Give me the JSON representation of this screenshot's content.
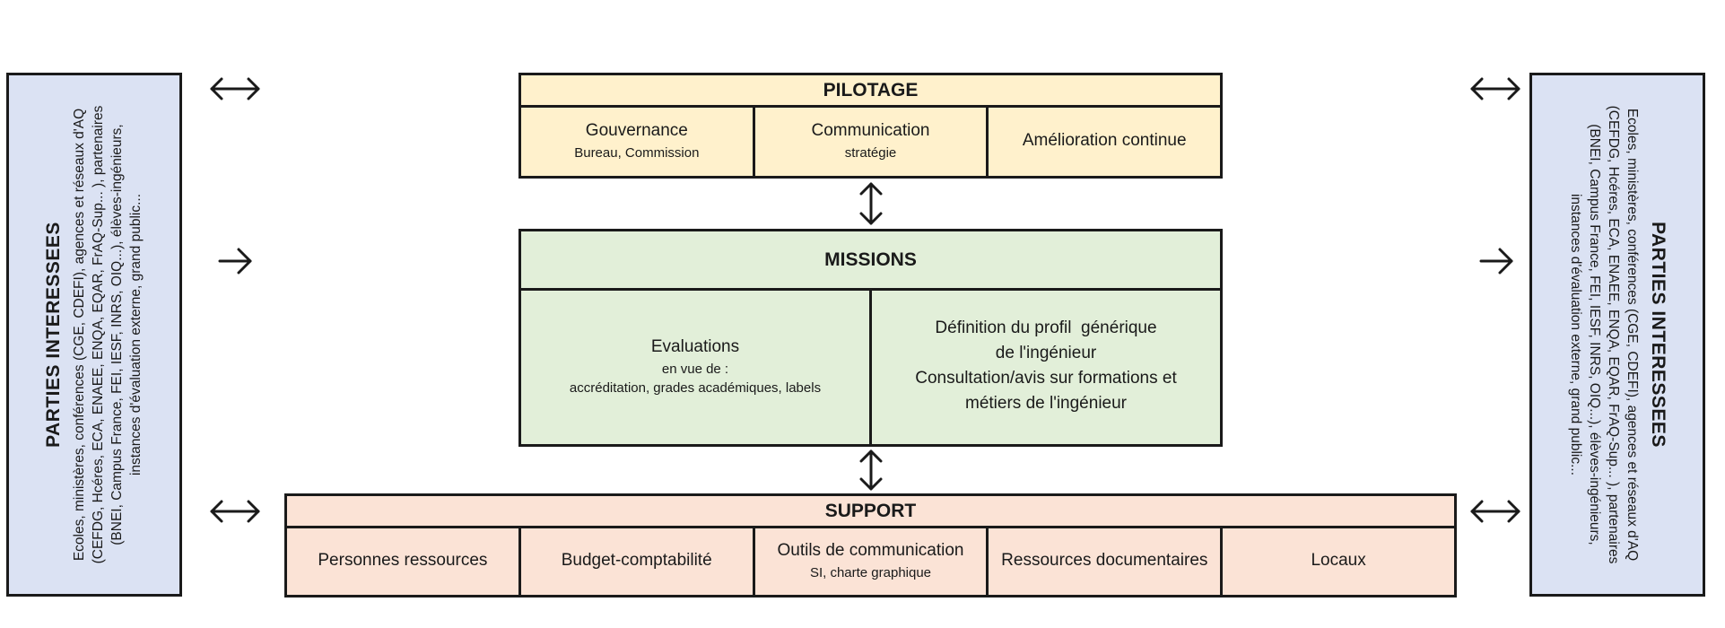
{
  "stakeholders_left": {
    "title": "PARTIES  INTERESSEES",
    "lines": [
      "Ecoles, ministères, conférences (CGE, CDEFI), agences et réseaux d'AQ",
      "(CEFDG, Hcéres, ECA, ENAEE, ENQA, EQAR, FrAQ-Sup... ), partenaires",
      "(BNEI, Campus France, FEI, IESF, INRS, OIQ...), élèves-ingénieurs,",
      "instances d'évaluation externe, grand public..."
    ]
  },
  "stakeholders_right": {
    "title": "PARTIES  INTERESSEES",
    "lines": [
      "Ecoles, ministères, conférences (CGE, CDEFI), agences et réseaux d'AQ",
      "(CEFDG, Hcéres, ECA, ENAEE, ENQA, EQAR, FrAQ-Sup... ), partenaires",
      "(BNEI, Campus France, FEI, IESF, INRS, OIQ...), élèves-ingénieurs,",
      "instances d'évaluation externe, grand public..."
    ]
  },
  "pilotage": {
    "title": "PILOTAGE",
    "cells": [
      {
        "main": "Gouvernance",
        "sub": "Bureau, Commission"
      },
      {
        "main": "Communication",
        "sub": "stratégie"
      },
      {
        "main": "Amélioration continue"
      }
    ]
  },
  "missions": {
    "title": "MISSIONS",
    "cells": [
      {
        "main": [
          "Evaluations"
        ],
        "sub": [
          "en vue de :",
          "accréditation, grades académiques, labels"
        ]
      },
      {
        "main": [
          "Définition du profil  générique",
          "de l'ingénieur",
          "Consultation/avis sur formations et",
          "métiers de l'ingénieur"
        ]
      }
    ]
  },
  "support": {
    "title": "SUPPORT",
    "cells": [
      {
        "main": "Personnes ressources"
      },
      {
        "main": "Budget-comptabilité"
      },
      {
        "main": "Outils de communication",
        "sub": "SI, charte graphique"
      },
      {
        "main": "Ressources documentaires"
      },
      {
        "main": "Locaux"
      }
    ]
  },
  "arrow_icons": {
    "bidirectional_horizontal": "double-arrow-horizontal-icon",
    "right": "arrow-right-icon",
    "bidirectional_vertical": "double-arrow-vertical-icon"
  },
  "colors": {
    "stakeholders": "#dbe2f3",
    "pilotage": "#fff1cc",
    "missions": "#e2efd9",
    "support": "#fbe3d6",
    "border": "#1a1a1a"
  }
}
